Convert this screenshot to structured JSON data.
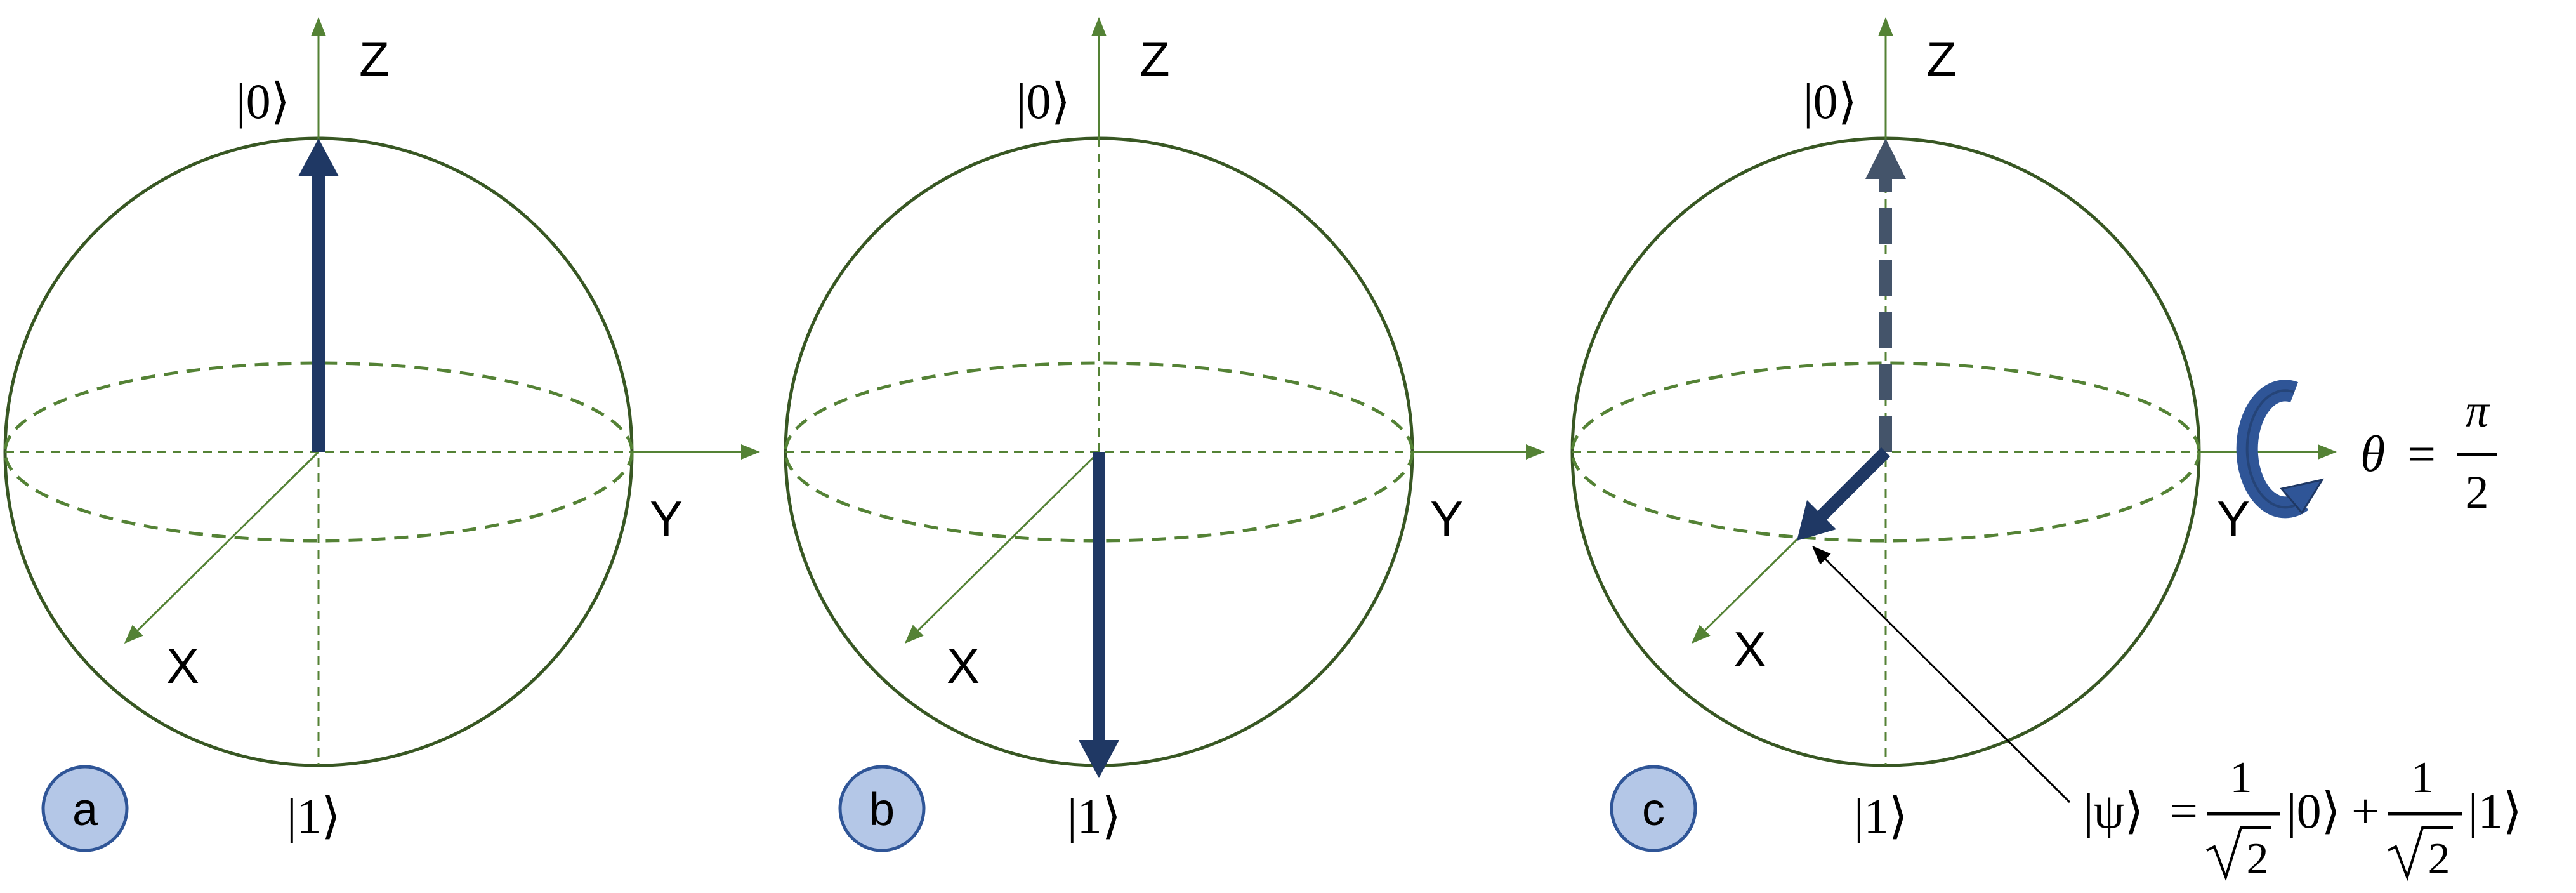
{
  "panels": [
    {
      "id": "a",
      "badge": "a",
      "axis_z": "Z",
      "axis_y": "Y",
      "axis_x": "X",
      "ket_top": "|0⟩",
      "ket_bottom": "|1⟩",
      "state_vector": "up"
    },
    {
      "id": "b",
      "badge": "b",
      "axis_z": "Z",
      "axis_y": "Y",
      "axis_x": "X",
      "ket_top": "|0⟩",
      "ket_bottom": "|1⟩",
      "state_vector": "down"
    },
    {
      "id": "c",
      "badge": "c",
      "axis_z": "Z",
      "axis_y": "Y",
      "axis_x": "X",
      "ket_top": "|0⟩",
      "ket_bottom": "|1⟩",
      "state_vector": "toward-x"
    }
  ],
  "rotation": {
    "theta": "θ",
    "equals": "=",
    "numerator": "π",
    "denominator": "2"
  },
  "psi": {
    "ket": "|ψ⟩",
    "equals": "=",
    "coef_num": "1",
    "coef_den": "2",
    "ket0": "|0⟩",
    "plus": "+",
    "ket1": "|1⟩"
  },
  "colors": {
    "sphere": "#385723",
    "axis": "#548235",
    "vector": "#1f3864",
    "vector_dashed": "#44546a",
    "badge_fill": "#b4c7e7",
    "badge_stroke": "#2f5597"
  }
}
